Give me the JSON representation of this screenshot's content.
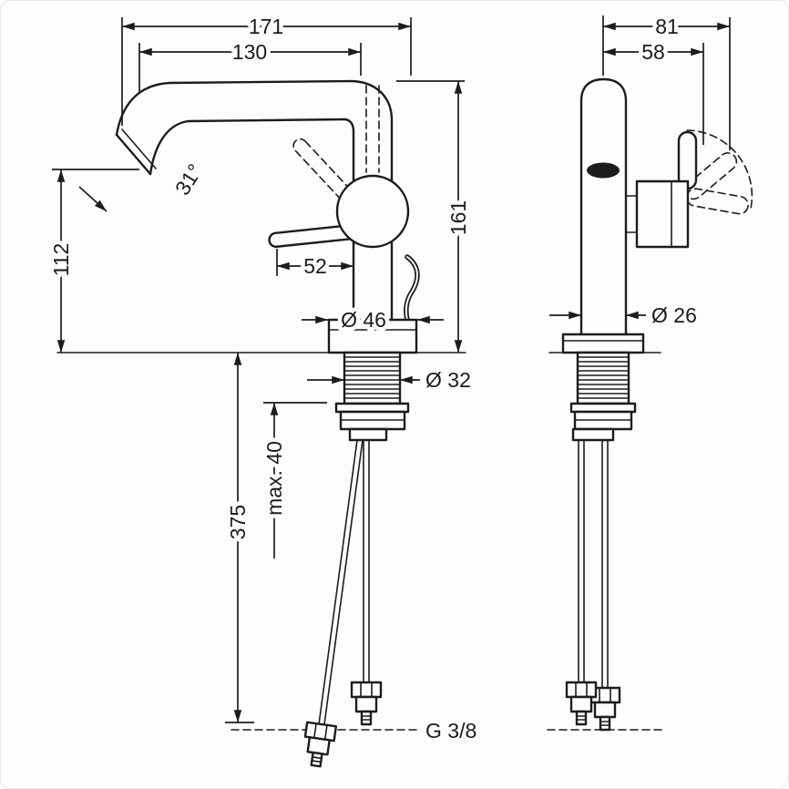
{
  "page": {
    "background": "#fdfdfd",
    "line_color": "#1c1c1c"
  },
  "front_view": {
    "name": "Faucet front view with dimensions",
    "dims": {
      "total_width": "171",
      "spout_reach": "130",
      "outlet_height": "112",
      "height_above_deck": "161",
      "handle_projection": "52",
      "spout_angle": "31°",
      "base_diameter": "Ø 46",
      "shank_diameter": "Ø 32",
      "max_deck_thickness": "max. 40",
      "hose_length": "375",
      "hose_thread": "G 3/8"
    }
  },
  "side_view": {
    "name": "Faucet side view with dimensions",
    "dims": {
      "total_depth": "81",
      "handle_offset": "58",
      "body_diameter": "Ø 26"
    }
  }
}
